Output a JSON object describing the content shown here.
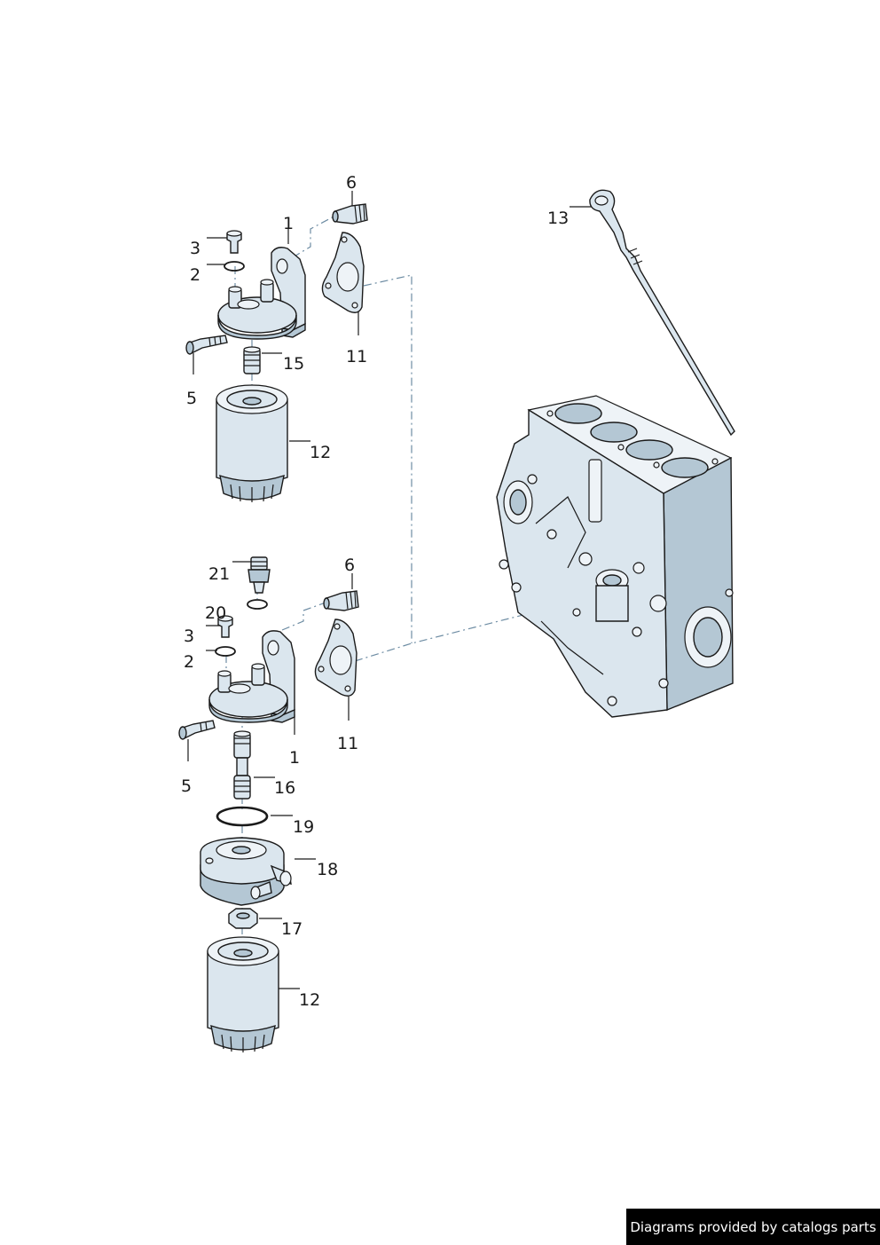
{
  "callouts": {
    "c1_top": "1",
    "c2_top": "2",
    "c3_top": "3",
    "c5_top": "5",
    "c6_top": "6",
    "c11_top": "11",
    "c12_top": "12",
    "c13": "13",
    "c15": "15",
    "c21": "21",
    "c6_bottom": "6",
    "c20": "20",
    "c3_bottom": "3",
    "c2_bottom": "2",
    "c11_bottom": "11",
    "c1_bottom": "1",
    "c5_bottom": "5",
    "c16": "16",
    "c19": "19",
    "c18": "18",
    "c17": "17",
    "c12_bottom": "12"
  },
  "footer": {
    "credit": "Diagrams provided by catalogs parts"
  },
  "colors": {
    "part_fill": "#dbe6ee",
    "part_shade": "#b4c7d4",
    "dash_line": "#6d8ca3",
    "credit_bg": "#000000",
    "credit_text": "#ffffff"
  }
}
